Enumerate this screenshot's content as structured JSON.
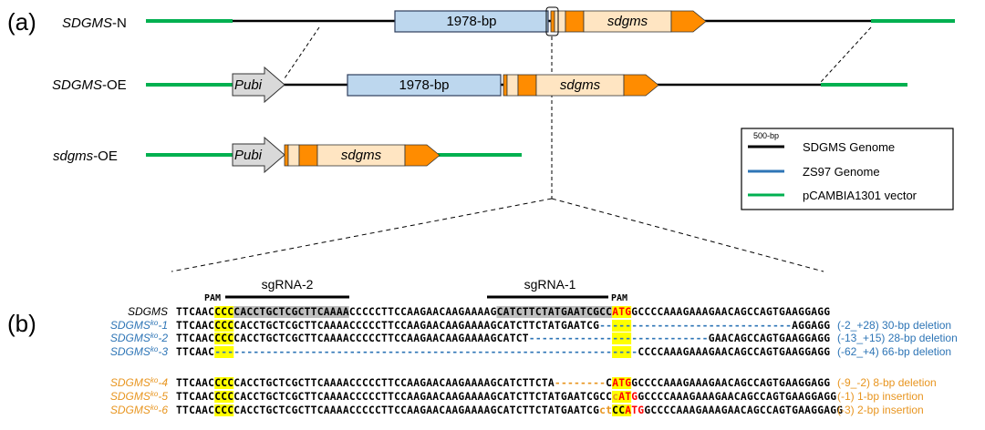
{
  "colors": {
    "genome_black": "#000000",
    "zs97_blue": "#2e75b6",
    "vector_green": "#00b050",
    "box_blue_fill": "#bdd7ee",
    "box_blue_stroke": "#2e3e5c",
    "exon_orange": "#ff8c00",
    "exon_light": "#ffe5c2",
    "pubi_grey": "#d9d9d9",
    "highlight_yellow": "#ffff00",
    "highlight_grey": "#bfbfbf",
    "atg_red": "#ff0000",
    "ko_blue": "#2e75b6",
    "ko_orange": "#e8951f"
  },
  "panel_a": {
    "label": "(a)",
    "constructs": {
      "sdgms_n": {
        "name_italic": "SDGMS",
        "name_suffix": "-N",
        "promoter_box": "1978-bp",
        "gene_label": "sdgms"
      },
      "sdgms_oe": {
        "name_italic": "SDGMS",
        "name_suffix": "-OE",
        "pubi": "Pubi",
        "promoter_box": "1978-bp",
        "gene_label": "sdgms"
      },
      "sdgms_lower_oe": {
        "name_italic": "sdgms",
        "name_suffix": "-OE",
        "pubi": "Pubi",
        "gene_label": "sdgms"
      }
    },
    "legend": {
      "scale_label": "500-bp",
      "entries": [
        {
          "label": "SDGMS Genome",
          "color": "#000000"
        },
        {
          "label": "ZS97 Genome",
          "color": "#2e75b6"
        },
        {
          "label": "pCAMBIA1301 vector",
          "color": "#00b050"
        }
      ]
    }
  },
  "panel_b": {
    "label": "(b)",
    "sgrna2": "sgRNA-2",
    "sgrna1": "sgRNA-1",
    "pam": "PAM",
    "rows": [
      {
        "name": "SDGMS",
        "sup": "",
        "suffix": "",
        "color": "#000000",
        "seq": "TTCAACCCCCACCTGCTCGCTTCAAAACCCCCTTCCAAGAACAAGAAAAGCATCTTCTATGAATCGCCATGGCCCCAAAGAAAGAACAGCCAGTGAAGGAGG",
        "note": ""
      },
      {
        "name": "SDGMS",
        "sup": "ko",
        "suffix": "-1",
        "color": "#2e75b6",
        "seq": "TTCAACCCCCACCTGCTCGCTTCAAAACCCCCTTCCAAGAACAAGAAAAGCATCTTCTATGAATCG------------------------------AGGAGG",
        "note": "(-2_+28) 30-bp deletion"
      },
      {
        "name": "SDGMS",
        "sup": "ko",
        "suffix": "-2",
        "color": "#2e75b6",
        "seq": "TTCAACCCCCACCTGCTCGCTTCAAAACCCCCTTCCAAGAACAAGAAAAGCATCT----------------------------GAACAGCCAGTGAAGGAGG",
        "note": "(-13_+15) 28-bp deletion"
      },
      {
        "name": "SDGMS",
        "sup": "ko",
        "suffix": "-3",
        "color": "#2e75b6",
        "seq": "TTCAAC------------------------------------------------------------------CCCCAAAGAAAGAACAGCCAGTGAAGGAGG",
        "note": "(-62_+4) 66-bp deletion"
      },
      {
        "name": "SDGMS",
        "sup": "ko",
        "suffix": "-4",
        "color": "#e8951f",
        "seq": "TTCAACCCCCACCTGCTCGCTTCAAAACCCCCTTCCAAGAACAAGAAAAGCATCTTCTA--------CATGGCCCCAAAGAAAGAACAGCCAGTGAAGGAGG",
        "note": "(-9_-2) 8-bp deletion"
      },
      {
        "name": "SDGMS",
        "sup": "ko",
        "suffix": "-5",
        "color": "#e8951f",
        "seq": "TTCAACCCCCACCTGCTCGCTTCAAAACCCCCTTCCAAGAACAAGAAAAGCATCTTCTATGAATCGCCcATGGCCCCAAAGAAAGAACAGCCAGTGAAGGAGG",
        "note": "(-1) 1-bp insertion"
      },
      {
        "name": "SDGMS",
        "sup": "ko",
        "suffix": "-6",
        "color": "#e8951f",
        "seq": "TTCAACCCCCACCTGCTCGCTTCAAAACCCCCTTCCAAGAACAAGAAAAGCATCTTCTATGAATCGctCCATGGCCCCAAAGAAAGAACAGCCAGTGAAGGAGG",
        "note": "(-3) 2-bp insertion"
      }
    ]
  }
}
